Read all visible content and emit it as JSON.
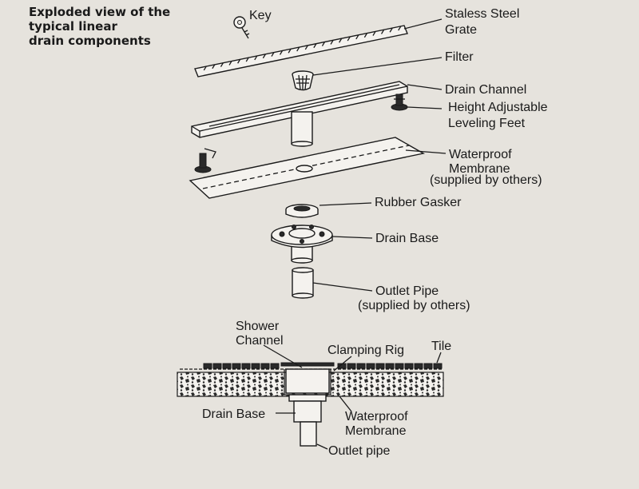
{
  "title": {
    "line1": "Exploded view of the",
    "line2": "typical linear",
    "line3": "drain components"
  },
  "labels": {
    "key": "Key",
    "grate_line1": "Staless Steel",
    "grate_line2": "Grate",
    "filter": "Filter",
    "drain_channel": "Drain Channel",
    "leveling_line1": "Height Adjustable",
    "leveling_line2": "Leveling Feet",
    "membrane_line1": "Waterproof",
    "membrane_line2": "Membrane",
    "membrane_line3": "(supplied by others)",
    "rubber_gasket": "Rubber Gasker",
    "drain_base": "Drain Base",
    "outlet_line1": "Outlet Pipe",
    "outlet_line2": "(supplied by others)"
  },
  "section": {
    "shower_line1": "Shower",
    "shower_line2": "Channel",
    "clamping_rig": "Clamping Rig",
    "tile": "Tile",
    "drain_base": "Drain Base",
    "membrane_line1": "Waterproof",
    "membrane_line2": "Membrane",
    "outlet": "Outlet pipe"
  },
  "colors": {
    "background": "#e6e3dd",
    "ink": "#1a1a1a"
  }
}
